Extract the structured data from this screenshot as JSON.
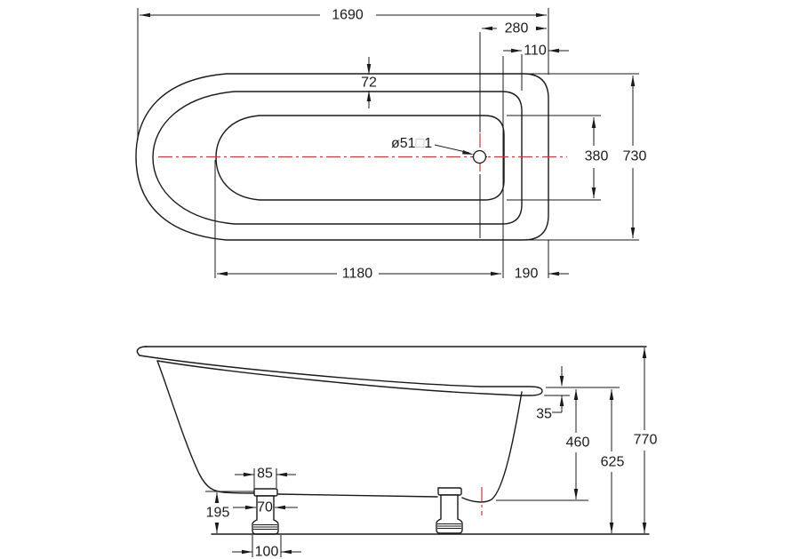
{
  "plan_view": {
    "dim_overall_length": "1690",
    "dim_drain_to_end": "280",
    "dim_rim_to_end": "110",
    "dim_rim_width": "72",
    "dim_inner_width": "380",
    "dim_overall_width": "730",
    "dim_inner_length": "1180",
    "dim_inner_to_end": "190",
    "drain_label_prefix": "ø51",
    "drain_label_box": "□",
    "drain_label_suffix": "1"
  },
  "side_view": {
    "dim_rim_thickness": "35",
    "dim_bottom_to_rim": "460",
    "dim_floor_to_rim": "625",
    "dim_overall_height": "770",
    "dim_foot_height": "195",
    "dim_foot_top_width": "85",
    "dim_foot_stem_width": "70",
    "dim_foot_base_width": "100"
  },
  "colors": {
    "line": "#1a1a1a",
    "centerline": "#c43c3c",
    "background": "#ffffff",
    "placeholder_glyph": "#b0b0b0"
  }
}
